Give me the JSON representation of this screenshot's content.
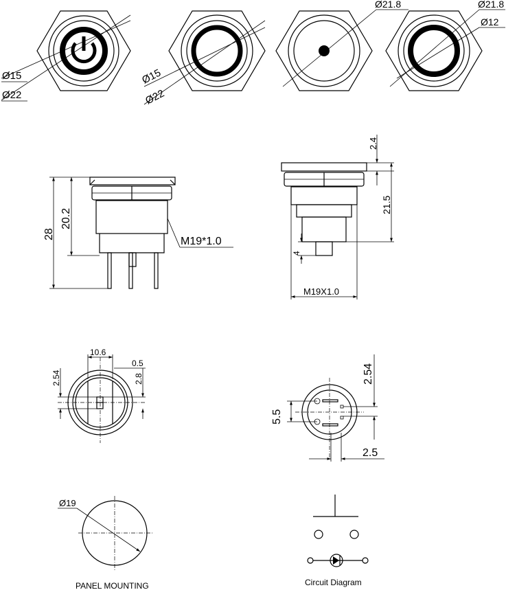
{
  "top_views": {
    "view1": {
      "dia_outer": "Ø22",
      "dia_inner": "Ø15"
    },
    "view2": {
      "dia_outer": "Ø22",
      "dia_inner": "Ø15"
    },
    "view3": {
      "dia_outer": "Ø21.8"
    },
    "view4": {
      "dia_outer": "Ø21.8",
      "dia_inner": "Ø12"
    }
  },
  "side_view_left": {
    "total_height": "28",
    "body_height": "20.2",
    "thread": "M19*1.0"
  },
  "side_view_right": {
    "head_height": "2.4",
    "body_height": "21.5",
    "pin_height": "4",
    "thread": "M19X1.0"
  },
  "bottom_view_left": {
    "width": "10.6",
    "gap": "0.5",
    "pitch_a": "2.54",
    "pitch_b": "2.8"
  },
  "bottom_view_right": {
    "pitch_v": "2.54",
    "spacing": "5.5",
    "pitch_h": "2.5"
  },
  "panel_mounting": {
    "diameter": "Ø19",
    "caption": "PANEL MOUNTING"
  },
  "circuit": {
    "caption": "Circuit Diagram"
  }
}
